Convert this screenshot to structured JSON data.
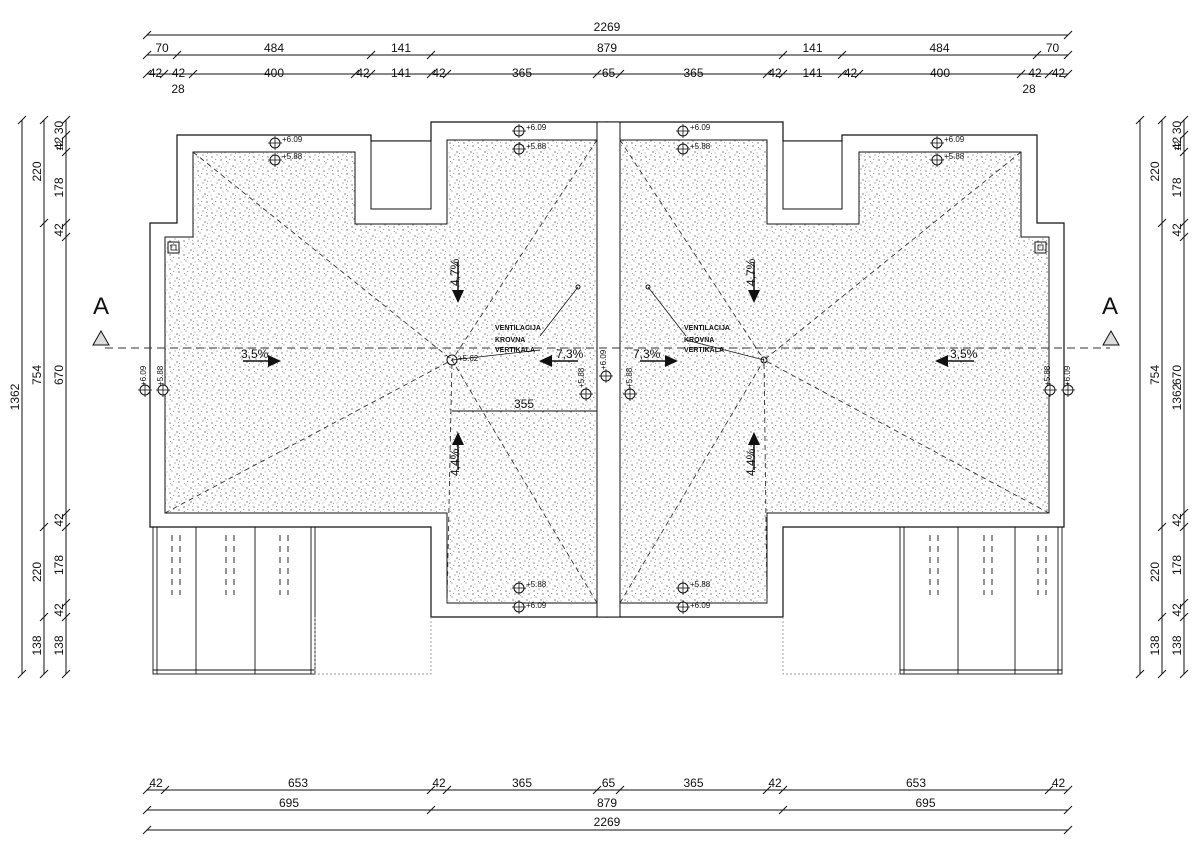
{
  "colors": {
    "line": "#111111",
    "fill_pattern": "#f2f2f2",
    "background": "#ffffff"
  },
  "dimensions": {
    "top_total": "2269",
    "top_row1": [
      "70",
      "484",
      "141",
      "879",
      "141",
      "484",
      "70"
    ],
    "top_row2": [
      "42",
      "42",
      "400",
      "42",
      "141",
      "42",
      "365",
      "65",
      "365",
      "42",
      "141",
      "42",
      "400",
      "42",
      "42"
    ],
    "top_small_left": "28",
    "top_small_right": "28",
    "bottom_row1": [
      "42",
      "653",
      "42",
      "365",
      "65",
      "365",
      "42",
      "653",
      "42"
    ],
    "bottom_row2": [
      "695",
      "879",
      "695"
    ],
    "bottom_total": "2269",
    "left_outer": "1362",
    "left_mid": [
      "220",
      "754",
      "220",
      "138"
    ],
    "left_inner": [
      "30",
      "42",
      "178",
      "42",
      "670",
      "42",
      "178",
      "42",
      "138"
    ],
    "left_small": "12",
    "right_outer": "1362",
    "right_mid": [
      "220",
      "754",
      "220",
      "138"
    ],
    "right_inner": [
      "30",
      "42",
      "178",
      "42",
      "670",
      "42",
      "178",
      "42",
      "138"
    ],
    "right_small": "12",
    "inner_355": "355"
  },
  "section_marks": {
    "left": "A",
    "right": "A"
  },
  "levels": {
    "high": "+6.09",
    "low": "+5.88",
    "left_wall": "+6.09",
    "left_wall_low": "+5.88",
    "center_left": "+5.88",
    "center_right": "+5.88",
    "center_top": "+6.09",
    "right_wall": "+6.09",
    "right_wall_low": "+5.88",
    "vent_left": "+5.62"
  },
  "slopes": {
    "left_west": "3,5%",
    "left_north": "4,7%",
    "left_east": "7,3%",
    "left_south": "4,4%",
    "right_west": "7,3%",
    "right_north": "4,7%",
    "right_east": "3,5%",
    "right_south": "4,4%"
  },
  "annotations": {
    "vent_line1": "VENTILACIJA",
    "vent_line2": "KROVNA",
    "vent_line3": "VERTIKALA"
  }
}
